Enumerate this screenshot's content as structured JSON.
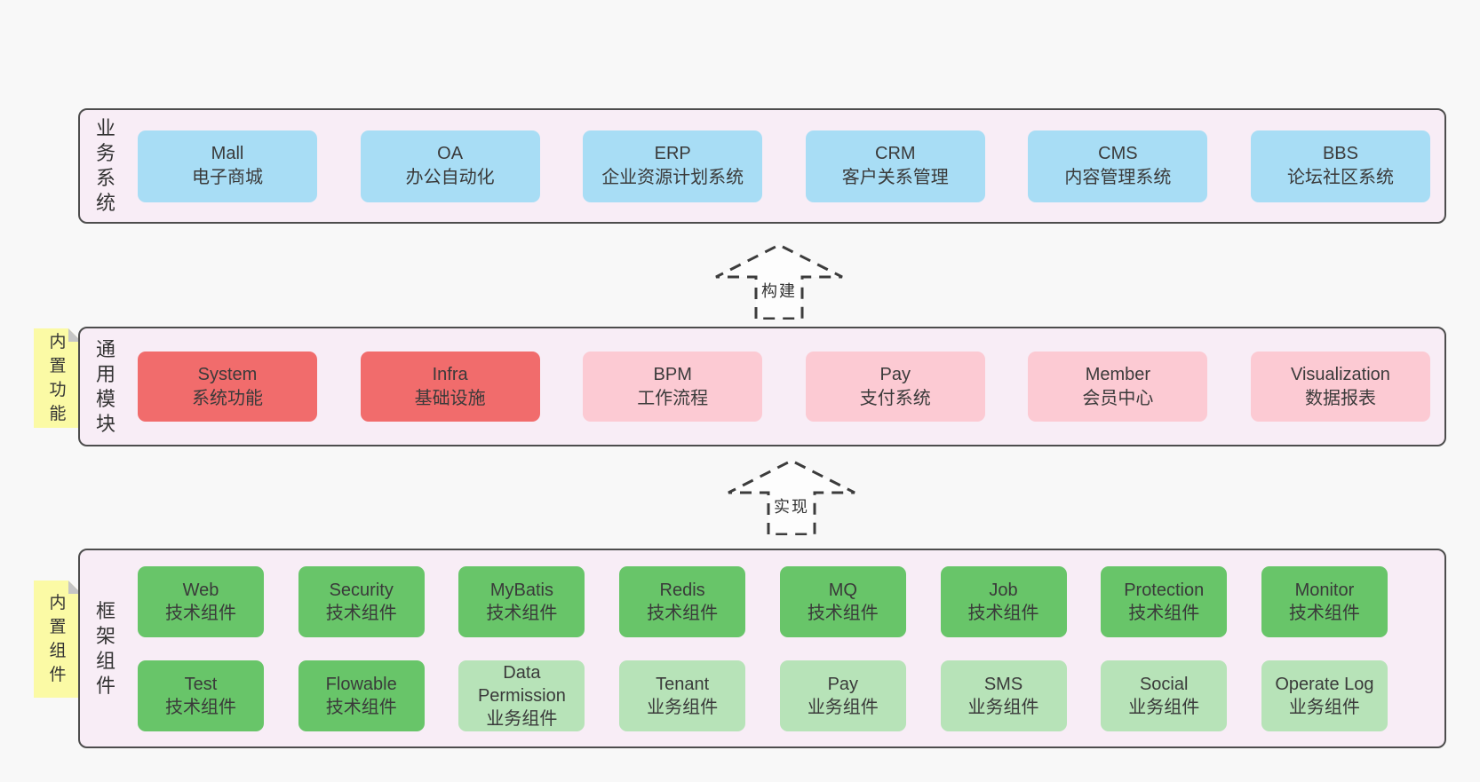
{
  "colors": {
    "page_bg": "#f8f8f8",
    "layer_bg": "#f8edf6",
    "layer_border": "#4d4d4d",
    "blue_box": "#a8ddf5",
    "red_box": "#f16c6c",
    "pink_box": "#fccad3",
    "green_box": "#68c569",
    "light_green_box": "#b7e3b8",
    "sticky_yellow": "#fbfaa5",
    "sticky_fold_gray": "#c5c5c5",
    "arrow_stroke": "#3c3c3c",
    "text": "#3a3a3a"
  },
  "arrows": [
    {
      "label": "构建"
    },
    {
      "label": "实现"
    }
  ],
  "layers": [
    {
      "label": "业务系统",
      "boxes": [
        {
          "title": "Mall",
          "subtitle": "电子商城"
        },
        {
          "title": "OA",
          "subtitle": "办公自动化"
        },
        {
          "title": "ERP",
          "subtitle": "企业资源计划系统"
        },
        {
          "title": "CRM",
          "subtitle": "客户关系管理"
        },
        {
          "title": "CMS",
          "subtitle": "内容管理系统"
        },
        {
          "title": "BBS",
          "subtitle": "论坛社区系统"
        }
      ]
    },
    {
      "label": "通用模块",
      "sticky": "内置功能",
      "boxes": [
        {
          "title": "System",
          "subtitle": "系统功能"
        },
        {
          "title": "Infra",
          "subtitle": "基础设施"
        },
        {
          "title": "BPM",
          "subtitle": "工作流程"
        },
        {
          "title": "Pay",
          "subtitle": "支付系统"
        },
        {
          "title": "Member",
          "subtitle": "会员中心"
        },
        {
          "title": "Visualization",
          "subtitle": "数据报表"
        }
      ]
    },
    {
      "label": "框架组件",
      "sticky": "内置组件",
      "boxes": [
        {
          "title": "Web",
          "subtitle": "技术组件"
        },
        {
          "title": "Security",
          "subtitle": "技术组件"
        },
        {
          "title": "MyBatis",
          "subtitle": "技术组件"
        },
        {
          "title": "Redis",
          "subtitle": "技术组件"
        },
        {
          "title": "MQ",
          "subtitle": "技术组件"
        },
        {
          "title": "Job",
          "subtitle": "技术组件"
        },
        {
          "title": "Protection",
          "subtitle": "技术组件"
        },
        {
          "title": "Monitor",
          "subtitle": "技术组件"
        },
        {
          "title": "Test",
          "subtitle": "技术组件"
        },
        {
          "title": "Flowable",
          "subtitle": "技术组件"
        },
        {
          "title": "Data Permission",
          "subtitle": "业务组件"
        },
        {
          "title": "Tenant",
          "subtitle": "业务组件"
        },
        {
          "title": "Pay",
          "subtitle": "业务组件"
        },
        {
          "title": "SMS",
          "subtitle": "业务组件"
        },
        {
          "title": "Social",
          "subtitle": "业务组件"
        },
        {
          "title": "Operate Log",
          "subtitle": "业务组件"
        }
      ]
    }
  ]
}
